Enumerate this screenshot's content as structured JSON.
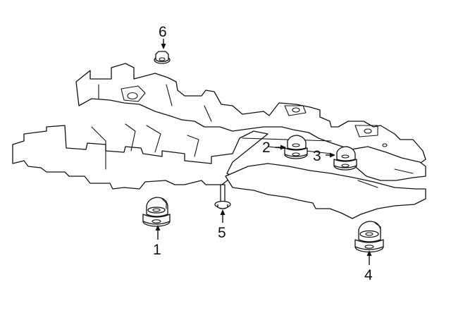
{
  "diagram": {
    "subject": "frame-and-body-mount-components",
    "callouts": [
      {
        "id": "1",
        "label": "1",
        "icon": "body-mount-bushing-icon"
      },
      {
        "id": "2",
        "label": "2",
        "icon": "body-mount-cushion-icon"
      },
      {
        "id": "3",
        "label": "3",
        "icon": "body-mount-cushion-icon"
      },
      {
        "id": "4",
        "label": "4",
        "icon": "body-mount-bushing-icon"
      },
      {
        "id": "5",
        "label": "5",
        "icon": "mount-bolt-icon"
      },
      {
        "id": "6",
        "label": "6",
        "icon": "flange-nut-icon"
      }
    ],
    "colors": {
      "line": "#111111",
      "background": "#ffffff"
    }
  }
}
